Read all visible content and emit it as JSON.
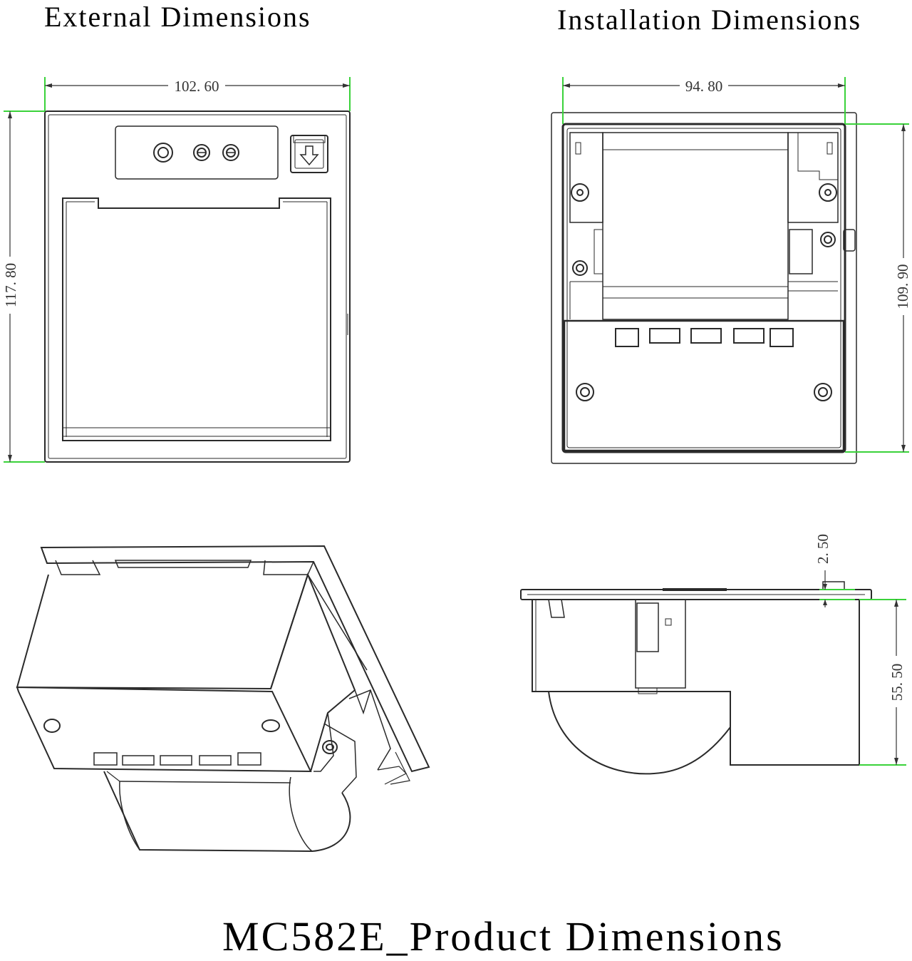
{
  "titles": {
    "external": "External Dimensions",
    "installation": "Installation Dimensions",
    "product": "MC582E_Product Dimensions"
  },
  "dimensions": {
    "external_width": "102. 60",
    "external_height": "117. 80",
    "install_width": "94. 80",
    "install_height": "109. 90",
    "side_flange": "2. 50",
    "side_depth": "55. 50"
  },
  "colors": {
    "line": "#2a2a2a",
    "dimension_extension": "#3ad23a",
    "background": "#ffffff"
  },
  "icons": {
    "feed_button": "paper-feed-arrow-icon",
    "indicator": "led-indicator-icon"
  }
}
